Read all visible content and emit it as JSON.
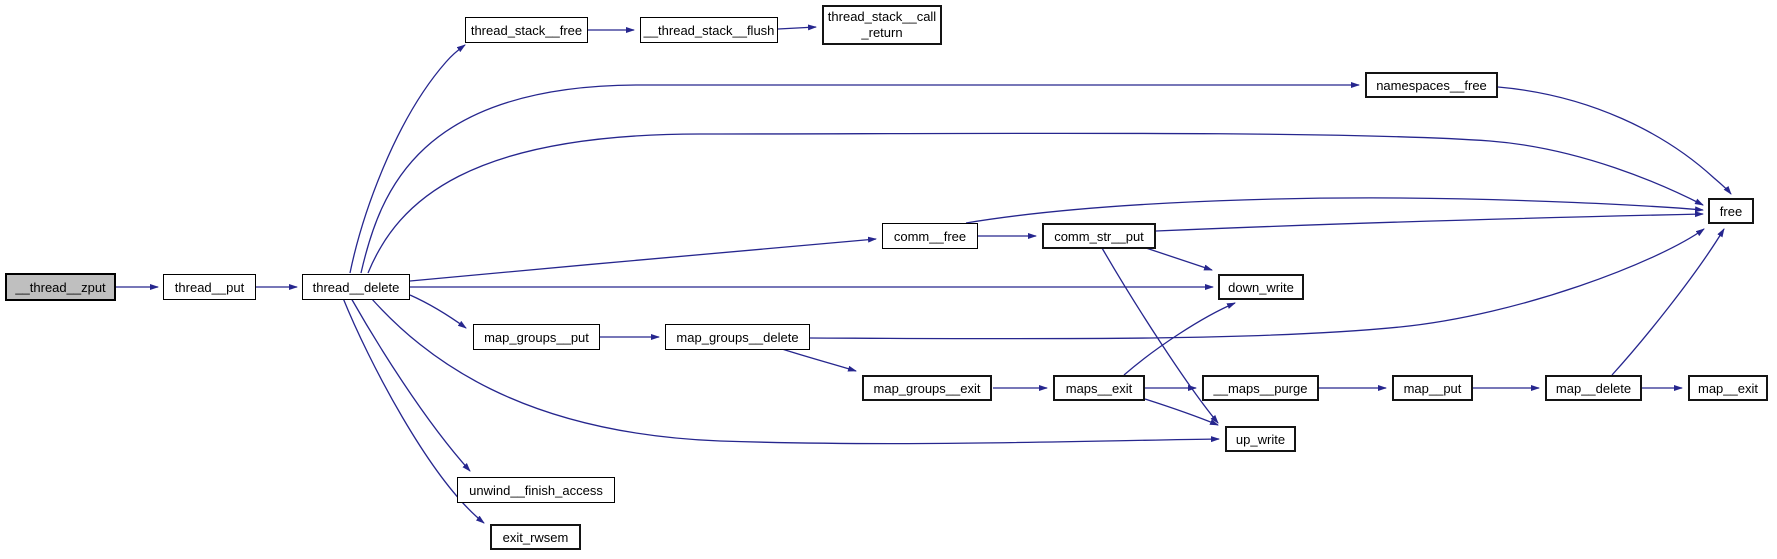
{
  "diagram": {
    "type": "call-graph",
    "background_color": "#ffffff",
    "edge_color": "#26268e",
    "node_fill": "#ffffff",
    "node_border_color": "#000000",
    "highlight_node_fill": "#bfbfbf",
    "nodes": {
      "zput": {
        "label": "__thread__zput"
      },
      "thread_put": {
        "label": "thread__put"
      },
      "thread_delete": {
        "label": "thread__delete"
      },
      "stack_free": {
        "label": "thread_stack__free"
      },
      "stack_flush": {
        "label": "__thread_stack__flush"
      },
      "stack_call_return": {
        "line1": "thread_stack__call",
        "line2": "_return"
      },
      "namespaces_free": {
        "label": "namespaces__free"
      },
      "free": {
        "label": "free"
      },
      "comm_free": {
        "label": "comm__free"
      },
      "comm_str_put": {
        "label": "comm_str__put"
      },
      "down_write": {
        "label": "down_write"
      },
      "map_groups_put": {
        "label": "map_groups__put"
      },
      "map_groups_delete": {
        "label": "map_groups__delete"
      },
      "map_groups_exit": {
        "label": "map_groups__exit"
      },
      "maps_exit": {
        "label": "maps__exit"
      },
      "maps_purge": {
        "label": "__maps__purge"
      },
      "map_put": {
        "label": "map__put"
      },
      "map_delete": {
        "label": "map__delete"
      },
      "map_exit": {
        "label": "map__exit"
      },
      "up_write": {
        "label": "up_write"
      },
      "unwind": {
        "label": "unwind__finish_access"
      },
      "exit_rwsem": {
        "label": "exit_rwsem"
      }
    },
    "edges": [
      {
        "from": "__thread__zput",
        "to": "thread__put"
      },
      {
        "from": "thread__put",
        "to": "thread__delete"
      },
      {
        "from": "thread__delete",
        "to": "thread_stack__free"
      },
      {
        "from": "thread_stack__free",
        "to": "__thread_stack__flush"
      },
      {
        "from": "__thread_stack__flush",
        "to": "thread_stack__call_return"
      },
      {
        "from": "thread__delete",
        "to": "namespaces__free"
      },
      {
        "from": "namespaces__free",
        "to": "free"
      },
      {
        "from": "thread__delete",
        "to": "free"
      },
      {
        "from": "thread__delete",
        "to": "comm__free"
      },
      {
        "from": "comm__free",
        "to": "comm_str__put"
      },
      {
        "from": "comm__free",
        "to": "free"
      },
      {
        "from": "comm_str__put",
        "to": "free"
      },
      {
        "from": "comm_str__put",
        "to": "down_write"
      },
      {
        "from": "comm_str__put",
        "to": "up_write"
      },
      {
        "from": "thread__delete",
        "to": "down_write"
      },
      {
        "from": "thread__delete",
        "to": "map_groups__put"
      },
      {
        "from": "map_groups__put",
        "to": "map_groups__delete"
      },
      {
        "from": "map_groups__delete",
        "to": "free"
      },
      {
        "from": "map_groups__delete",
        "to": "map_groups__exit"
      },
      {
        "from": "map_groups__exit",
        "to": "maps__exit"
      },
      {
        "from": "maps__exit",
        "to": "down_write"
      },
      {
        "from": "maps__exit",
        "to": "__maps__purge"
      },
      {
        "from": "maps__exit",
        "to": "up_write"
      },
      {
        "from": "__maps__purge",
        "to": "map__put"
      },
      {
        "from": "map__put",
        "to": "map__delete"
      },
      {
        "from": "map__delete",
        "to": "map__exit"
      },
      {
        "from": "map__delete",
        "to": "free"
      },
      {
        "from": "thread__delete",
        "to": "up_write"
      },
      {
        "from": "thread__delete",
        "to": "unwind__finish_access"
      },
      {
        "from": "thread__delete",
        "to": "exit_rwsem"
      }
    ]
  }
}
